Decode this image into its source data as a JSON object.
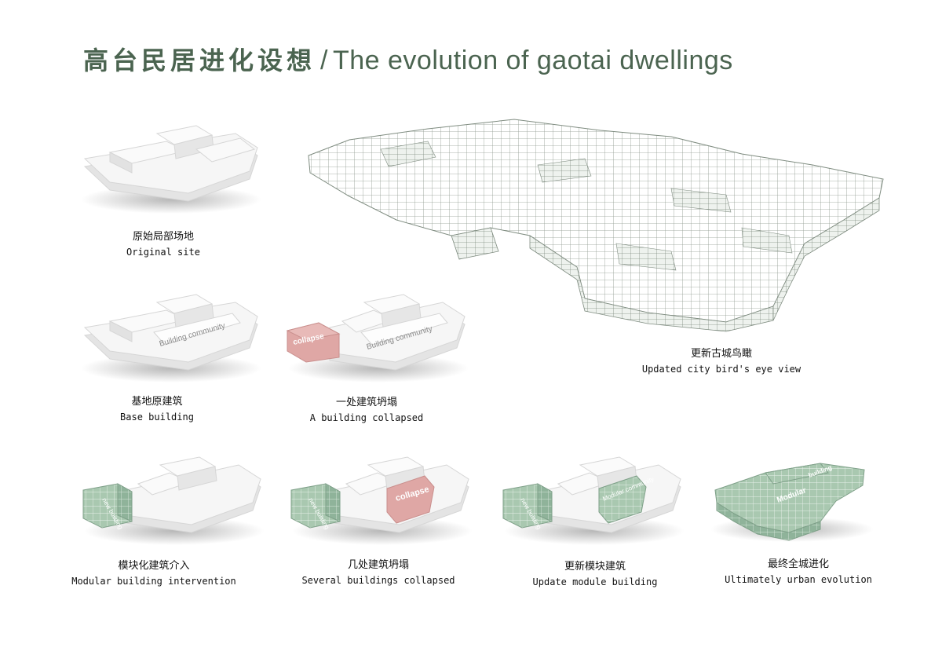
{
  "title": {
    "zh": "高台民居进化设想",
    "separator": "/",
    "en": "The evolution of gaotai dwellings"
  },
  "colors": {
    "title": "#4b6450",
    "massing": "#f2f2f2",
    "module_green": "#a9c8b0",
    "collapse_pink": "#dfa7a5"
  },
  "panels": [
    {
      "id": "original",
      "zh": "原始局部场地",
      "en": "Original site"
    },
    {
      "id": "base",
      "zh": "基地原建筑",
      "en": "Base building",
      "tags": [
        "Building community"
      ]
    },
    {
      "id": "collapsed-one",
      "zh": "一处建筑坍塌",
      "en": "A building collapsed",
      "tags": [
        "collapse",
        "Building community"
      ]
    },
    {
      "id": "birdseye",
      "zh": "更新古城鸟瞰",
      "en": "Updated city bird's eye view"
    },
    {
      "id": "modular-intervention",
      "zh": "模块化建筑介入",
      "en": "Modular building intervention",
      "tags": [
        "new building"
      ]
    },
    {
      "id": "several-collapsed",
      "zh": "几处建筑坍塌",
      "en": "Several buildings collapsed",
      "tags": [
        "new building",
        "collapse"
      ]
    },
    {
      "id": "update-module",
      "zh": "更新模块建筑",
      "en": "Update module building",
      "tags": [
        "new building",
        "Modular community"
      ]
    },
    {
      "id": "urban-evolution",
      "zh": "最终全城进化",
      "en": "Ultimately urban evolution",
      "tags": [
        "Modular",
        "building"
      ]
    }
  ]
}
